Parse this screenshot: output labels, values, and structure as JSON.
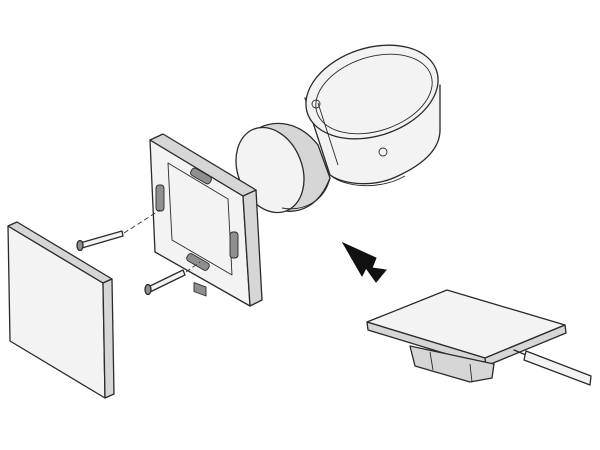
{
  "diagram": {
    "kind": "exploded-installation-view",
    "components": [
      "wall-back-box",
      "switch-module",
      "mounting-frame",
      "screw-upper",
      "screw-lower",
      "front-panel",
      "insert-direction-arrow",
      "assembled-switch",
      "screwdriver"
    ],
    "colors": {
      "line": "#2a2a2a",
      "face": "#f3f3f3",
      "edge": "#d6d6d6",
      "arrow": "#111111"
    }
  }
}
